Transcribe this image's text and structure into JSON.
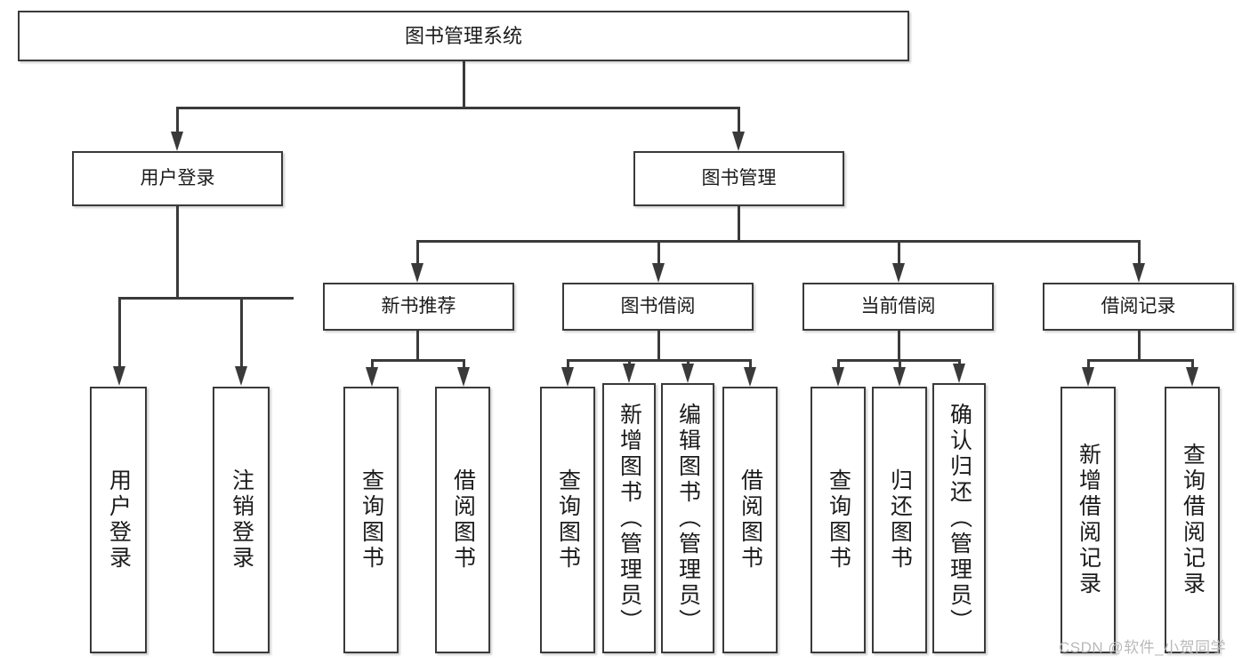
{
  "diagram": {
    "title": "图书管理系统",
    "type": "hierarchy-tree",
    "colors": {
      "stroke": "#3a3a3a",
      "fill": "#ffffff",
      "text": "#1b1b1b",
      "watermark": "#b9b9b9"
    },
    "levels": {
      "level1": [
        {
          "id": "root",
          "label": "图书管理系统"
        }
      ],
      "level2": [
        {
          "id": "user-login",
          "label": "用户登录"
        },
        {
          "id": "book-manage",
          "label": "图书管理"
        }
      ],
      "level3": [
        {
          "id": "new-book-rec",
          "label": "新书推荐"
        },
        {
          "id": "book-borrow",
          "label": "图书借阅"
        },
        {
          "id": "current-borrow",
          "label": "当前借阅"
        },
        {
          "id": "borrow-record",
          "label": "借阅记录"
        }
      ],
      "level4": [
        {
          "id": "leaf-user-login",
          "label": "用户登录",
          "parent": "user-login"
        },
        {
          "id": "leaf-logout",
          "label": "注销登录",
          "parent": "user-login"
        },
        {
          "id": "leaf-query-book-1",
          "label": "查询图书",
          "parent": "new-book-rec"
        },
        {
          "id": "leaf-borrow-book-1",
          "label": "借阅图书",
          "parent": "new-book-rec"
        },
        {
          "id": "leaf-query-book-2",
          "label": "查询图书",
          "parent": "book-borrow"
        },
        {
          "id": "leaf-add-book",
          "label": "新增图书（管理员）",
          "parent": "book-borrow"
        },
        {
          "id": "leaf-edit-book",
          "label": "编辑图书（管理员）",
          "parent": "book-borrow"
        },
        {
          "id": "leaf-borrow-book-2",
          "label": "借阅图书",
          "parent": "book-borrow"
        },
        {
          "id": "leaf-query-book-3",
          "label": "查询图书",
          "parent": "current-borrow"
        },
        {
          "id": "leaf-return-book",
          "label": "归还图书",
          "parent": "current-borrow"
        },
        {
          "id": "leaf-confirm-return",
          "label": "确认归还（管理员）",
          "parent": "current-borrow"
        },
        {
          "id": "leaf-add-record",
          "label": "新增借阅记录",
          "parent": "borrow-record"
        },
        {
          "id": "leaf-query-record",
          "label": "查询借阅记录",
          "parent": "borrow-record"
        }
      ]
    },
    "watermark": "CSDN @软件_小贺同学"
  }
}
